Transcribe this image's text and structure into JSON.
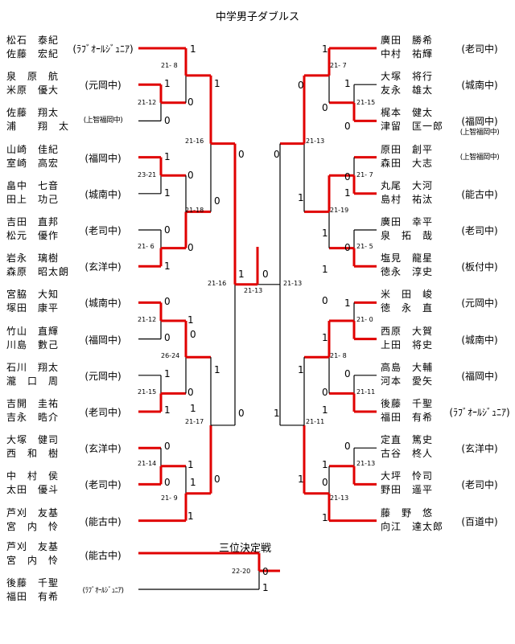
{
  "title": "中学男子ダブルス",
  "third_place_title": "三位決定戦",
  "colors": {
    "win": "#e00000",
    "line": "#000000"
  },
  "left_pairs": [
    {
      "p1": "松石　泰紀",
      "p2": "佐藤　宏紀",
      "school": "(ﾗﾌﾞｵｰﾙｼﾞｭﾆｱ)"
    },
    {
      "p1": "泉　原　航",
      "p2": "米原　優大",
      "school": "(元岡中)"
    },
    {
      "p1": "佐藤　翔太",
      "p2": "浦　　翔　太",
      "school": "(上智福岡中)"
    },
    {
      "p1": "山崎　佳紀",
      "p2": "室崎　高宏",
      "school": "(福岡中)"
    },
    {
      "p1": "畠中　七音",
      "p2": "田上　功己",
      "school": "(城南中)"
    },
    {
      "p1": "吉田　直邦",
      "p2": "松元　優作",
      "school": "(老司中)"
    },
    {
      "p1": "岩永　璃樹",
      "p2": "森原　昭太朗",
      "school": "(玄洋中)"
    },
    {
      "p1": "宮脇　大知",
      "p2": "塚田　康平",
      "school": "(城南中)"
    },
    {
      "p1": "竹山　直輝",
      "p2": "川島　數己",
      "school": "(福岡中)"
    },
    {
      "p1": "石川　翔太",
      "p2": "瀧　口　周",
      "school": "(元岡中)"
    },
    {
      "p1": "吉開　圭祐",
      "p2": "吉永　晧介",
      "school": "(老司中)"
    },
    {
      "p1": "大塚　健司",
      "p2": "西　和　樹",
      "school": "(玄洋中)"
    },
    {
      "p1": "中　村　侯",
      "p2": "太田　優斗",
      "school": "(老司中)"
    },
    {
      "p1": "芦刈　友基",
      "p2": "宮　内　怜",
      "school": "(能古中)"
    }
  ],
  "right_pairs": [
    {
      "p1": "廣田　勝希",
      "p2": "中村　祐輝",
      "school": "(老司中)"
    },
    {
      "p1": "大塚　将行",
      "p2": "友永　雄太",
      "school": "(城南中)"
    },
    {
      "p1": "梶本　健太",
      "p2": "津留　匡一郎",
      "school": "(福岡中)",
      "school2": "(上智福岡中)"
    },
    {
      "p1": "原田　創平",
      "p2": "森田　大志",
      "school": "(上智福岡中)"
    },
    {
      "p1": "丸尾　大河",
      "p2": "島村　祐汰",
      "school": "(能古中)"
    },
    {
      "p1": "廣田　幸平",
      "p2": "泉　拓　哉",
      "school": "(老司中)"
    },
    {
      "p1": "塩見　龍星",
      "p2": "徳永　淳史",
      "school": "(板付中)"
    },
    {
      "p1": "米　田　峻",
      "p2": "徳　永　直",
      "school": "(元岡中)"
    },
    {
      "p1": "西原　大賀",
      "p2": "上田　将史",
      "school": "(城南中)"
    },
    {
      "p1": "高島　大輔",
      "p2": "河本　愛矢",
      "school": "(福岡中)"
    },
    {
      "p1": "後藤　千聖",
      "p2": "福田　有希",
      "school": "(ﾗﾌﾞｵｰﾙｼﾞｭﾆｱ)"
    },
    {
      "p1": "定直　篤史",
      "p2": "古谷　柊人",
      "school": "(玄洋中)"
    },
    {
      "p1": "大坪　怜司",
      "p2": "野田　遥平",
      "school": "(老司中)"
    },
    {
      "p1": "藤　野　悠",
      "p2": "向江　達太郎",
      "school": "(百道中)"
    }
  ],
  "third_place_pairs": [
    {
      "p1": "芦刈　友基",
      "p2": "宮　内　怜",
      "school": "(能古中)"
    },
    {
      "p1": "後藤　千聖",
      "p2": "福田　有希",
      "school": "(ﾗﾌﾞｵｰﾙｼﾞｭﾆｱ)"
    }
  ],
  "points": {
    "L": [
      "1",
      "1",
      "0",
      "0",
      "1",
      "0",
      "1",
      "0",
      "0",
      "1",
      "0",
      "1",
      "0",
      "1",
      "0",
      "1",
      "0",
      "1",
      "0",
      "1",
      "1",
      "0",
      "1",
      "0",
      "0",
      "0",
      "1",
      "0",
      "1",
      "0",
      "1"
    ],
    "C": [
      "1",
      "0",
      "1",
      "0",
      "1",
      "0",
      "1",
      "1",
      "0",
      "1",
      "0",
      "1",
      "0",
      "1",
      "1",
      "0",
      "1",
      "0",
      "0",
      "1",
      "0",
      "1",
      "0",
      "1",
      "1",
      "0",
      "1"
    ],
    "F": [
      "1",
      "0",
      "1",
      "0"
    ]
  },
  "scores": {
    "left": [
      "21- 8",
      "21-12",
      "21-16",
      "23-21",
      "21-18",
      "21- 6",
      "21-16",
      "21-12",
      "26-24",
      "21-15",
      "21-17",
      "21-14",
      "21- 9"
    ],
    "right": [
      "21- 7",
      "21-15",
      "21-13",
      "21- 7",
      "21-19",
      "21- 5",
      "21-13",
      "21- 0",
      "21- 8",
      "21-11",
      "21-11",
      "21-13",
      "21-13"
    ],
    "final": "21-13",
    "third": "22-20"
  }
}
